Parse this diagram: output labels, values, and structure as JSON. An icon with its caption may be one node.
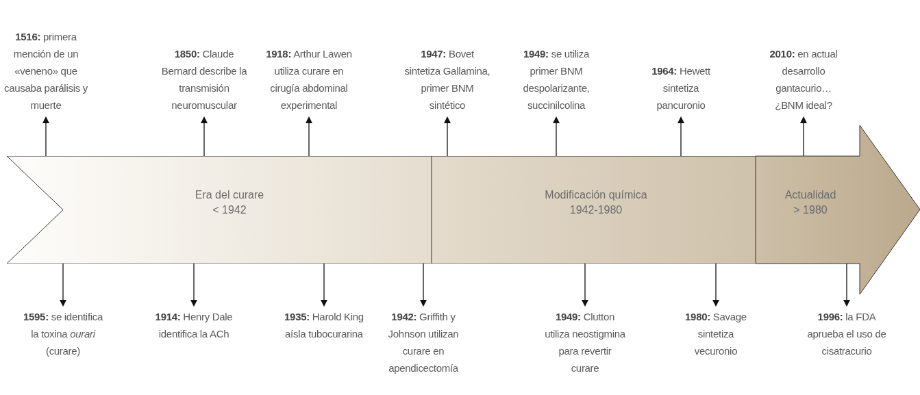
{
  "diagram": {
    "nodes": [
      {
        "text": [
          "Era del curare",
          "< 1942"
        ]
      },
      {
        "text": [
          "Modificación química",
          "1942-1980"
        ]
      },
      {
        "text": [
          "Actualidad",
          "> 1980"
        ]
      },
      {
        "text": [
          "**1516:** primera mención de un «veneno» que causaba parálisis y muerte"
        ]
      },
      {
        "text": [
          "**1595:** se identifica la toxina *ourari* (curare)"
        ]
      },
      {
        "text": [
          "**1850:** Claude Bernard describe la transmisión neuromuscular"
        ]
      },
      {
        "text": [
          "**1914:** Henry Dale identifica la ACh"
        ]
      },
      {
        "text": [
          "**1918:** Arthur Lawen utiliza curare en cirugía abdominal experimental"
        ]
      },
      {
        "text": [
          "**1935:** Harold King aísla tubocurarina"
        ]
      },
      {
        "text": [
          "**1942:** Griffith y Johnson utilizan curare en apendicectomía"
        ]
      },
      {
        "text": [
          "**1947:** Bovet sintetiza Gallamina, primer BNM sintético"
        ]
      },
      {
        "text": [
          "**1949:** se utiliza primer BNM despolarizante, succinilcolina"
        ]
      },
      {
        "text": [
          "**1949:** Clutton utiliza neostigmina para revertir curare"
        ]
      },
      {
        "text": [
          "**1964:** Hewett sintetiza pancuronio"
        ]
      },
      {
        "text": [
          "**1980:** Savage sintetiza vecuronio"
        ]
      },
      {
        "text": [
          "**1996:** la FDA aprueba el uso de cisatracurio"
        ]
      },
      {
        "text": [
          "**2010:** en actual desarrollo gantacurio… ¿BNM ideal?"
        ]
      }
    ],
    "edges": [
      {
        "from": 0,
        "to": 3,
        "arrow": "to"
      },
      {
        "from": 0,
        "to": 4,
        "arrow": "to"
      },
      {
        "from": 0,
        "to": 5,
        "arrow": "to"
      },
      {
        "from": 0,
        "to": 6,
        "arrow": "to"
      },
      {
        "from": 0,
        "to": 7,
        "arrow": "to"
      },
      {
        "from": 0,
        "to": 8,
        "arrow": "to"
      },
      {
        "from": 0,
        "to": 9,
        "arrow": "to"
      },
      {
        "from": 1,
        "to": 10,
        "arrow": "to"
      },
      {
        "from": 1,
        "to": 11,
        "arrow": "to"
      },
      {
        "from": 1,
        "to": 12,
        "arrow": "to"
      },
      {
        "from": 1,
        "to": 13,
        "arrow": "to"
      },
      {
        "from": 1,
        "to": 14,
        "arrow": "to"
      },
      {
        "from": 2,
        "to": 15,
        "arrow": "to"
      },
      {
        "from": 2,
        "to": 16,
        "arrow": "to"
      }
    ]
  }
}
